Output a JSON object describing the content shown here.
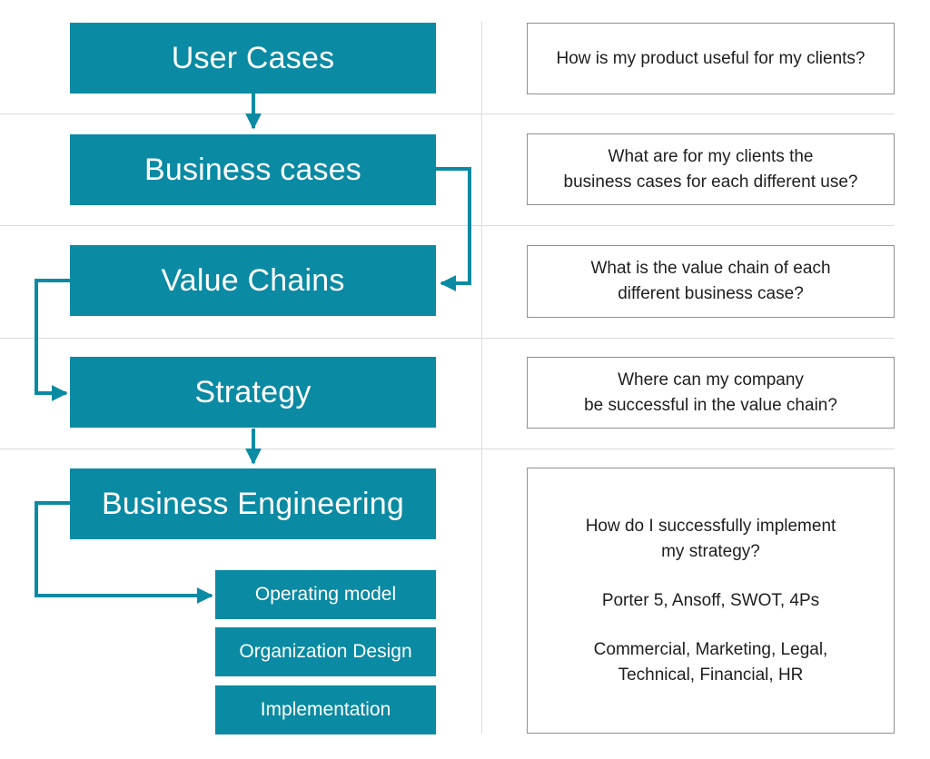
{
  "steps": [
    {
      "id": "user-cases",
      "label": "User Cases"
    },
    {
      "id": "business-cases",
      "label": "Business cases"
    },
    {
      "id": "value-chains",
      "label": "Value Chains"
    },
    {
      "id": "strategy",
      "label": "Strategy"
    },
    {
      "id": "business-engineering",
      "label": "Business Engineering"
    }
  ],
  "substeps": [
    {
      "id": "operating-model",
      "label": "Operating model"
    },
    {
      "id": "organization-design",
      "label": "Organization Design"
    },
    {
      "id": "implementation",
      "label": "Implementation"
    }
  ],
  "questions": [
    {
      "id": "q-user-cases",
      "text": "How is my product useful for my clients?"
    },
    {
      "id": "q-business-cases",
      "text": "What are for my clients the\nbusiness cases for each different use?"
    },
    {
      "id": "q-value-chains",
      "text": "What is the value chain of each\ndifferent business case?"
    },
    {
      "id": "q-strategy",
      "text": "Where can my company\nbe successful in the value chain?"
    },
    {
      "id": "q-business-engineering",
      "question": "How do I successfully implement\nmy strategy?",
      "tools": "Porter 5, Ansoff, SWOT, 4Ps",
      "areas": "Commercial, Marketing, Legal,\nTechnical, Financial, HR"
    }
  ],
  "colors": {
    "step_fill": "#0a8aa3",
    "connector": "#0a8aa3",
    "divider": "#dcdcdc",
    "box_border": "#8f8f8f"
  }
}
